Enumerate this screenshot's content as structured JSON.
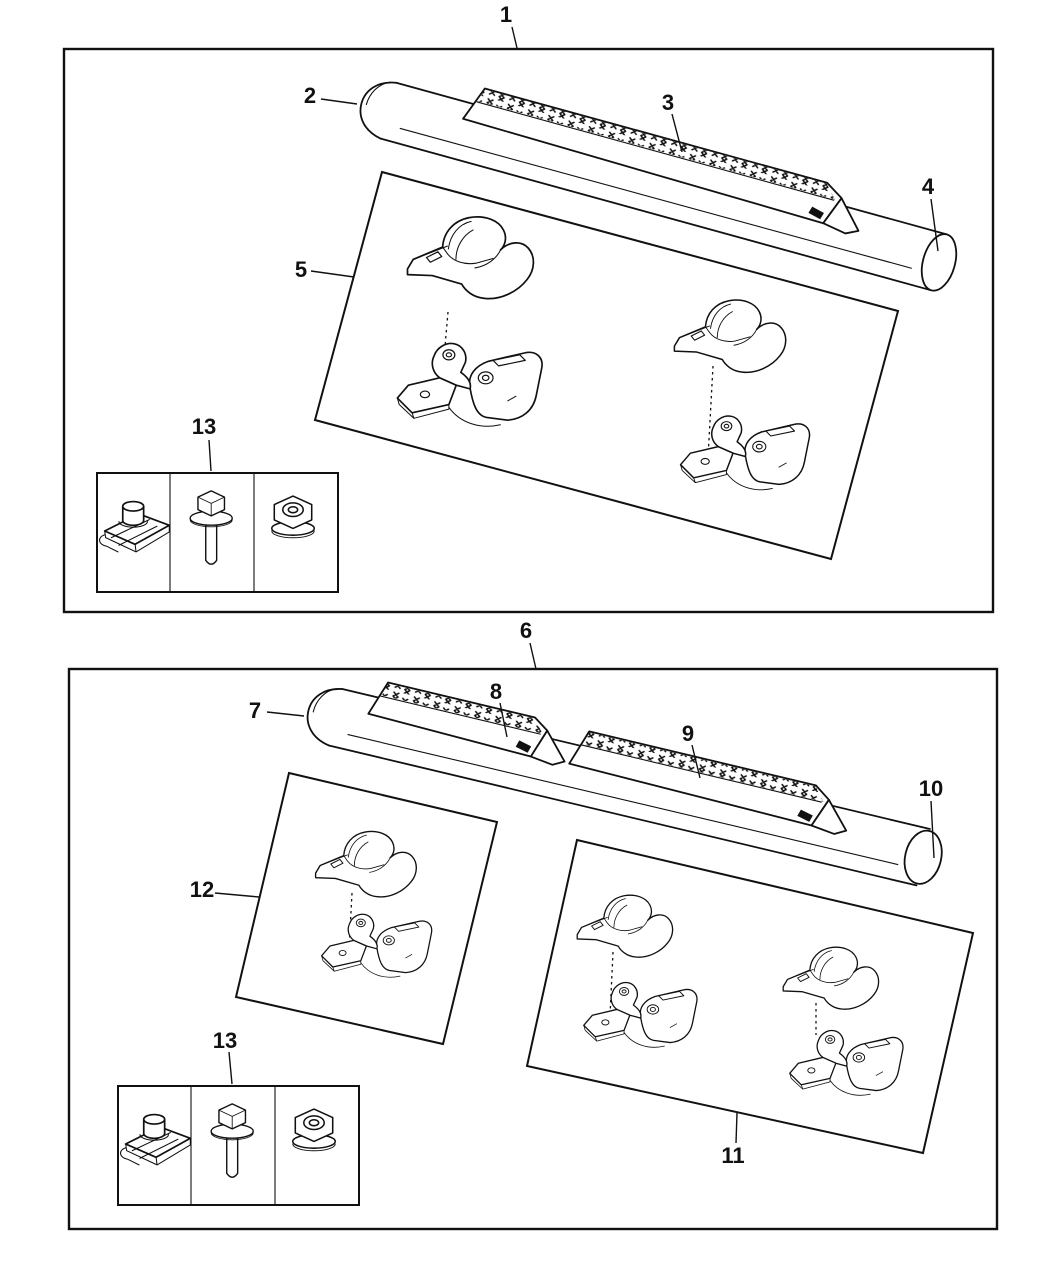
{
  "figure_type": "exploded-parts-diagram",
  "colors": {
    "line": "#111111",
    "background": "#ffffff"
  },
  "callouts": {
    "c1": "1",
    "c2": "2",
    "c3": "3",
    "c4": "4",
    "c5": "5",
    "c6": "6",
    "c7": "7",
    "c8": "8",
    "c9": "9",
    "c10": "10",
    "c11": "11",
    "c12": "12",
    "c13": "13"
  },
  "panels": [
    {
      "id": "upper-assembly",
      "visible_callouts": [
        "1",
        "2",
        "3",
        "4",
        "5",
        "13"
      ]
    },
    {
      "id": "lower-assembly",
      "visible_callouts": [
        "6",
        "7",
        "8",
        "9",
        "10",
        "11",
        "12",
        "13"
      ]
    }
  ],
  "fastener_kit": {
    "cells": [
      "u-nut-clip",
      "flange-bolt",
      "flange-nut"
    ],
    "occurrences": 2
  }
}
